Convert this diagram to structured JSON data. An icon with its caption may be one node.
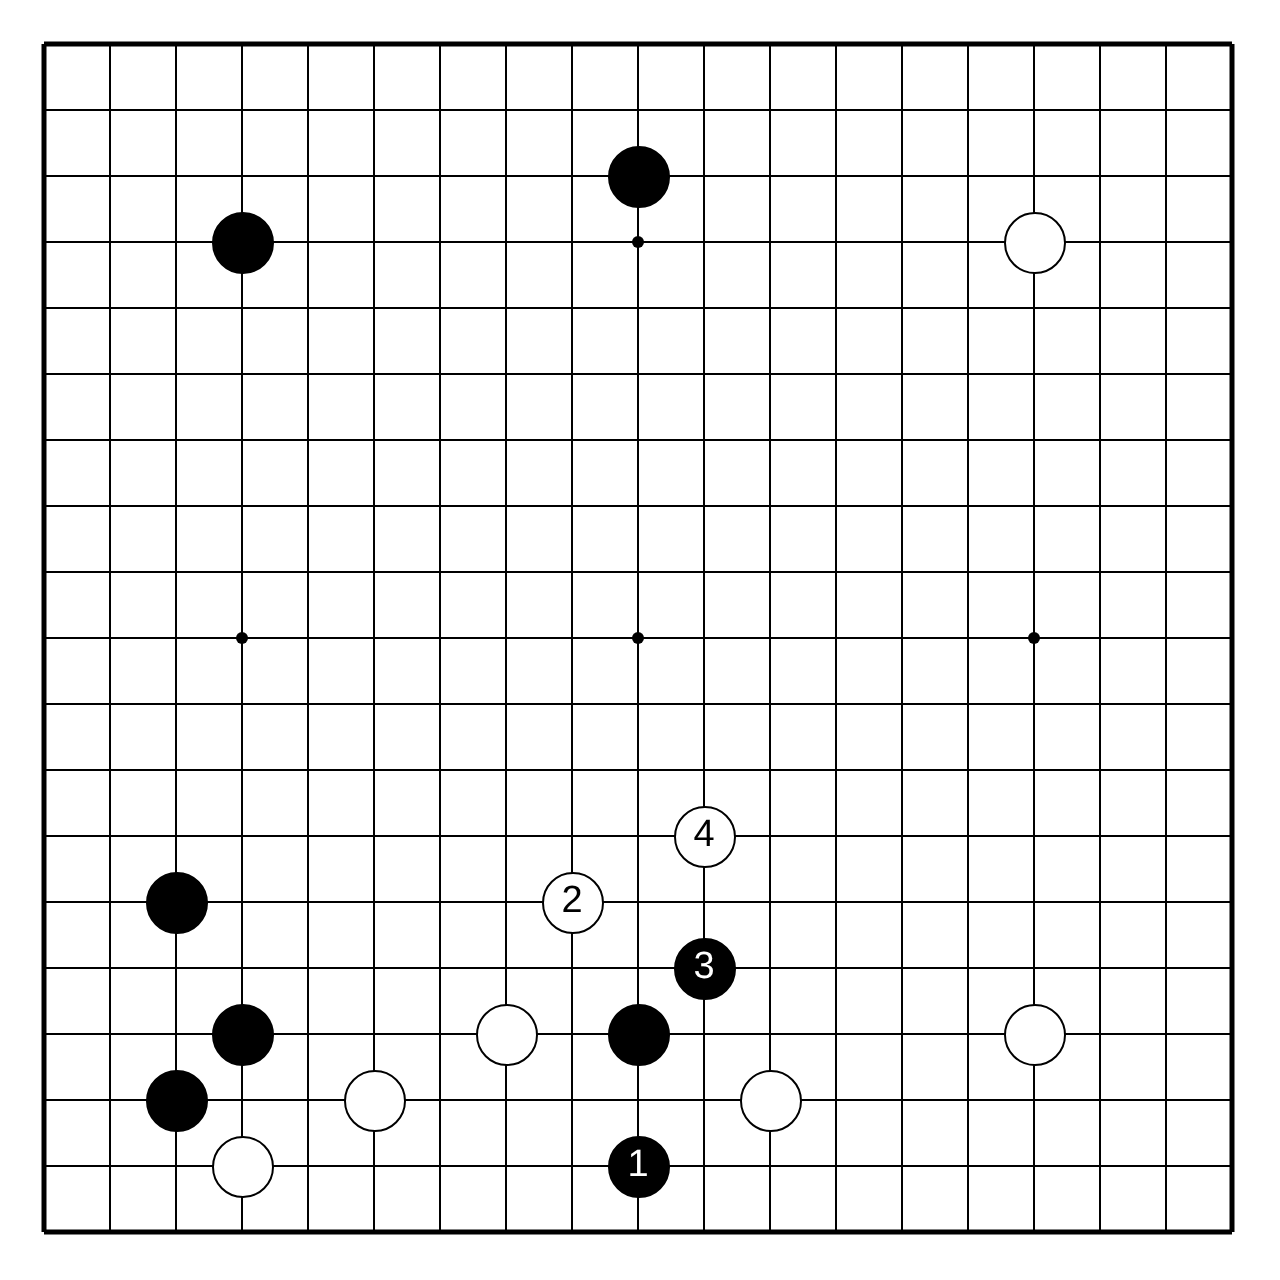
{
  "diagram": {
    "nodes": [
      {
        "text": [],
        "shape": "circle"
      },
      {
        "text": [],
        "shape": "circle"
      },
      {
        "text": [],
        "shape": "circle"
      },
      {
        "text": [
          "4"
        ]
      },
      {
        "text": [],
        "shape": "circle"
      },
      {
        "text": [
          "2"
        ]
      },
      {
        "text": [
          "3"
        ]
      },
      {
        "text": [],
        "shape": "circle"
      },
      {
        "text": [],
        "shape": "circle"
      },
      {
        "text": [],
        "shape": "circle"
      },
      {
        "text": [],
        "shape": "circle"
      },
      {
        "text": [],
        "shape": "circle"
      },
      {
        "text": [],
        "shape": "circle"
      },
      {
        "text": [],
        "shape": "circle"
      },
      {
        "text": [],
        "shape": "circle"
      },
      {
        "text": [
          "1"
        ]
      }
    ]
  }
}
